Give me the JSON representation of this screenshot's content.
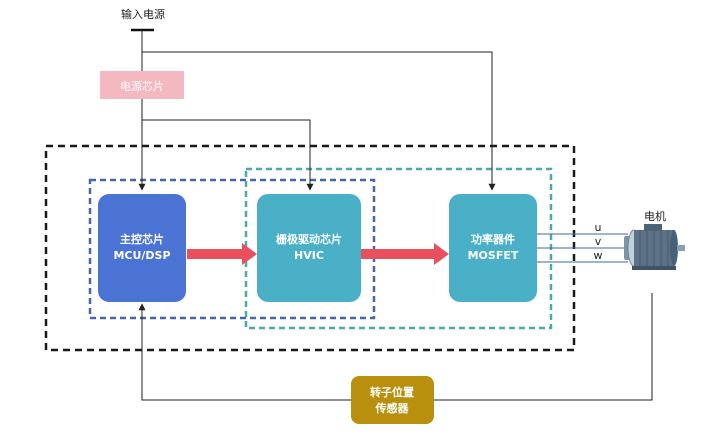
{
  "labels": {
    "power_input": "输入电源",
    "power_chip": "电源芯片",
    "mcu_line1": "主控芯片",
    "mcu_line2": "MCU/DSP",
    "driver_line1": "栅极驱动芯片",
    "driver_line2": "HVIC",
    "power_device_line1": "功率器件",
    "power_device_line2": "MOSFET",
    "motor": "电机",
    "phase_u": "u",
    "phase_v": "v",
    "phase_w": "w",
    "sensor_line1": "转子位置",
    "sensor_line2": "传感器"
  },
  "colors": {
    "mcu_fill": "#4a73d4",
    "driver_fill": "#4ab0c8",
    "power_device_fill": "#4ab0c8",
    "power_chip_fill": "#f4b8c0",
    "sensor_fill": "#b8900e",
    "arrow_fill": "#e8505e",
    "outer_border": "#1a1a1a",
    "blue_border": "#4466aa",
    "teal_border": "#4aa8b0",
    "line": "#222222"
  }
}
